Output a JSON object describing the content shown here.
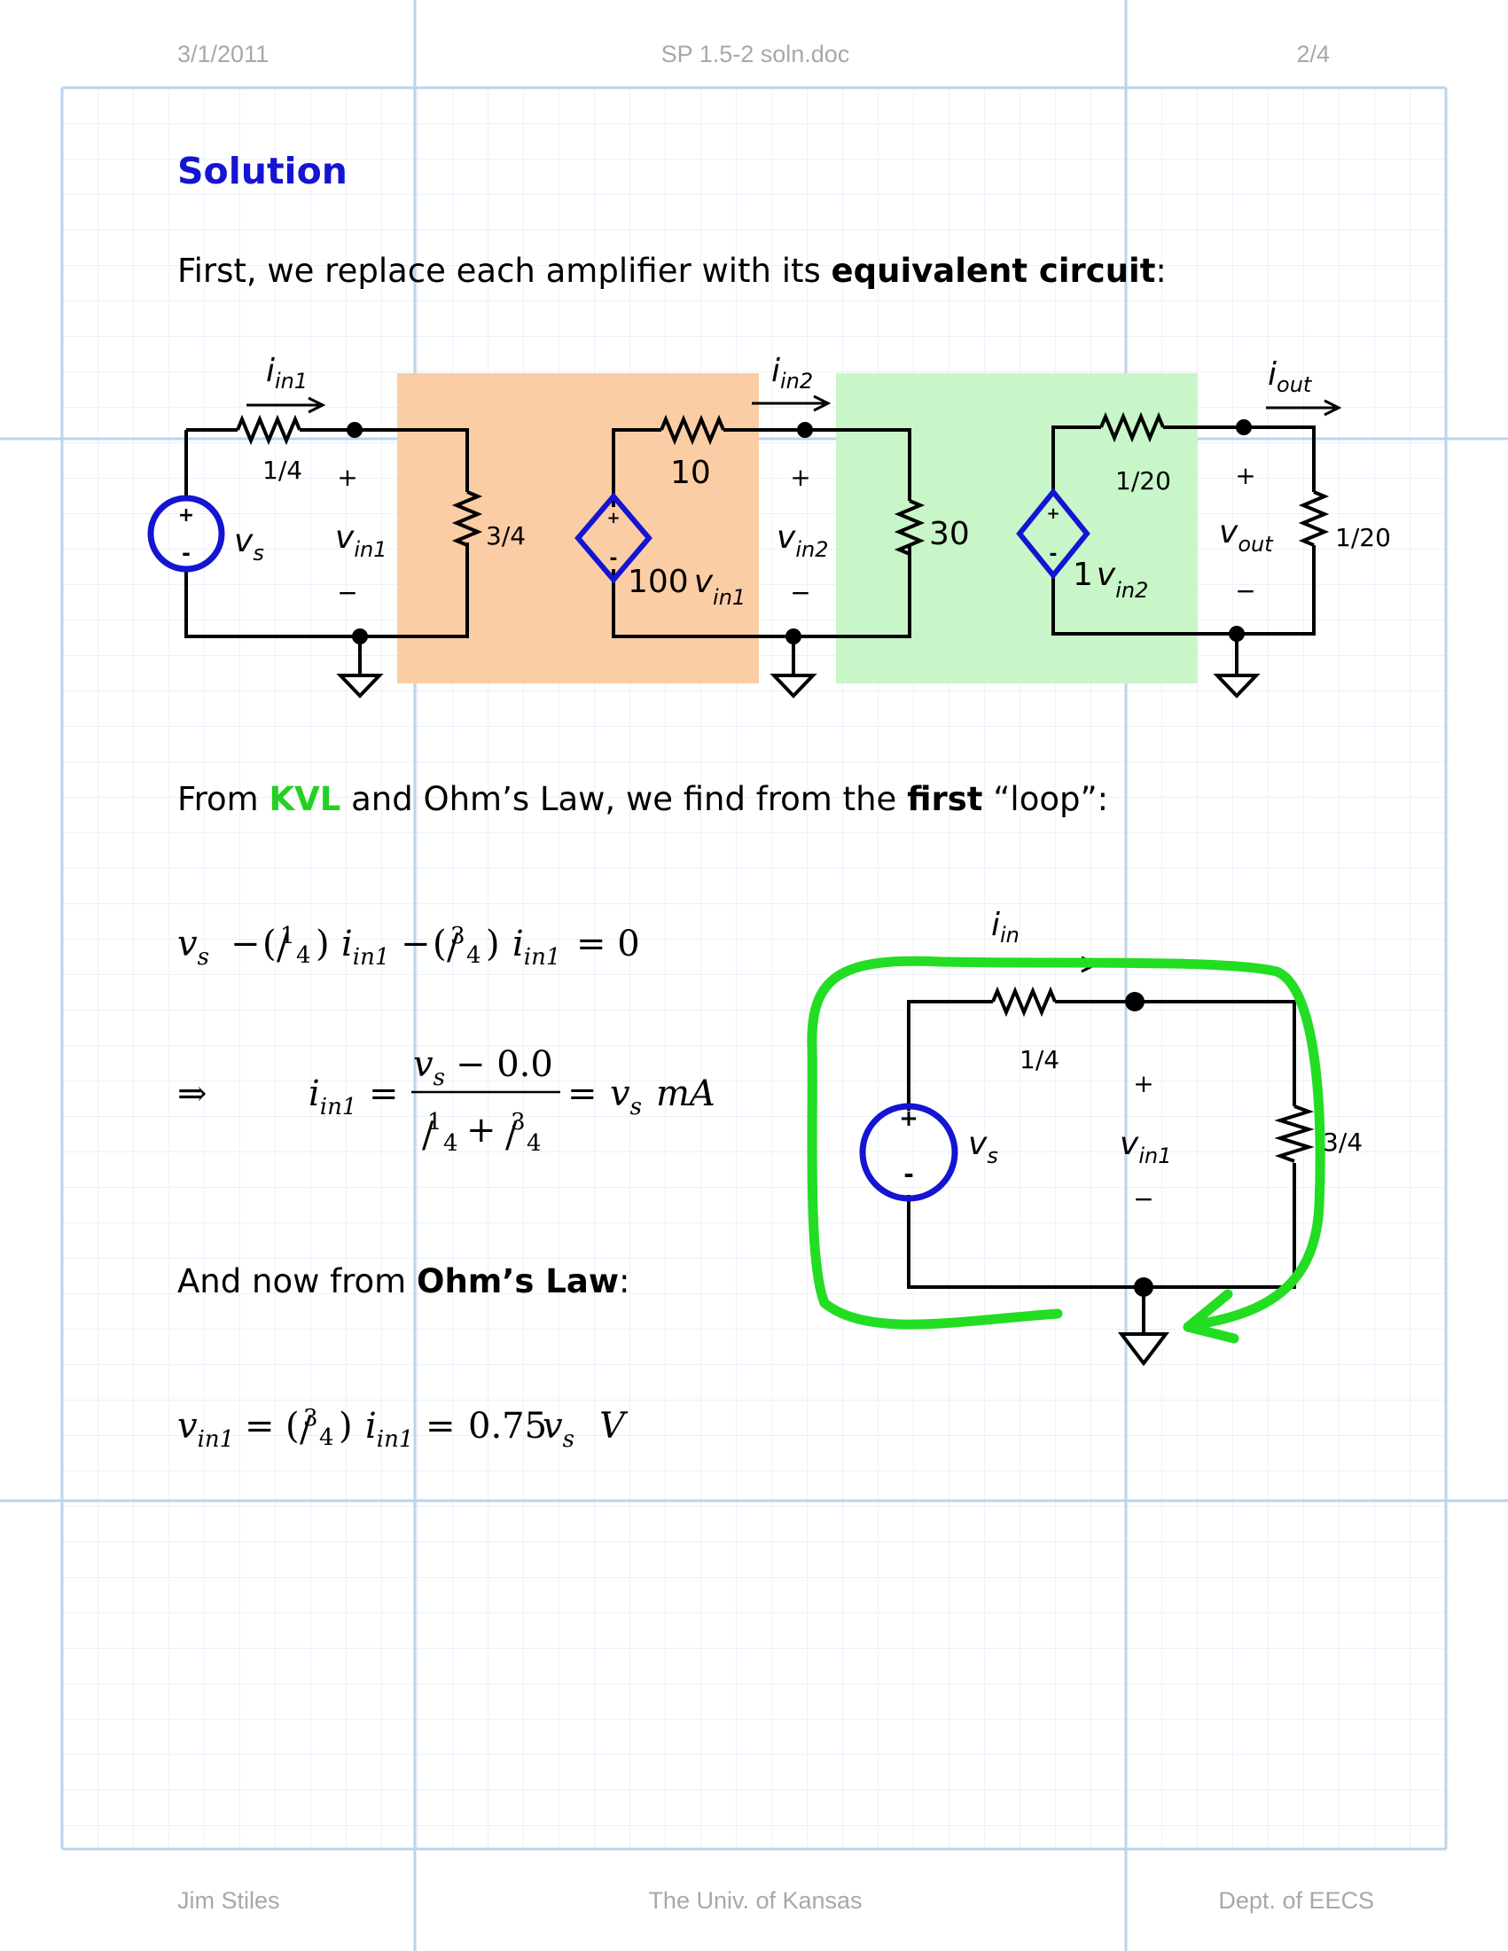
{
  "header": {
    "date": "3/1/2011",
    "filename": "SP 1.5-2 soln.doc",
    "page": "2/4"
  },
  "footer": {
    "author": "Jim Stiles",
    "university": "The Univ. of Kansas",
    "department": "Dept. of EECS"
  },
  "section_title": "Solution",
  "intro": {
    "prefix": "First, we replace each amplifier with its ",
    "emph": "equivalent circuit",
    "suffix": ":"
  },
  "kvl_sentence": {
    "p1": "From ",
    "kvl": "KVL",
    "p2": " and Ohm’s Law, we find from the ",
    "first": "first",
    "p3": " “loop”:"
  },
  "ohm_sentence": {
    "prefix": "And now from ",
    "emph": "Ohm’s Law",
    "suffix": ":"
  },
  "colors": {
    "grid_fine": "#e3eefa",
    "grid_major": "#b9d4ee",
    "title_blue": "#1414d2",
    "source_blue": "#1414d2",
    "kvl_green": "#22d222",
    "amp1_fill": "#fbcda4",
    "amp2_fill": "#c8f6c8",
    "loop_green": "#22dd22",
    "header_gray": "#a8a8a8"
  },
  "circuit_top": {
    "vs": "v",
    "vs_sub": "s",
    "i_in1": "i",
    "i_in1_sub": "in1",
    "r_source": "1/4",
    "v_in1": "v",
    "v_in1_sub": "in1",
    "r_in1": "3/4",
    "dep1_gain": "100",
    "dep1_var": "v",
    "dep1_sub": "in1",
    "r_out1": "10",
    "i_in2": "i",
    "i_in2_sub": "in2",
    "v_in2": "v",
    "v_in2_sub": "in2",
    "r_in2": "30",
    "dep2_gain": "1",
    "dep2_var": "v",
    "dep2_sub": "in2",
    "r_out2": "1/20",
    "i_out": "i",
    "i_out_sub": "out",
    "v_out": "v",
    "v_out_sub": "out",
    "r_load": "1/20"
  },
  "circuit_loop": {
    "i_in": "i",
    "i_in_sub": "in",
    "r_source": "1/4",
    "vs": "v",
    "vs_sub": "s",
    "v_in1": "v",
    "v_in1_sub": "in1",
    "r_in": "3/4"
  },
  "equations": {
    "eq1_result": "= 0",
    "eq2_implies": "⇒",
    "eq2_num_const": "− 0.0",
    "eq2_result_unit": "mA",
    "eq3_value": "0.75",
    "eq3_unit": "V"
  }
}
